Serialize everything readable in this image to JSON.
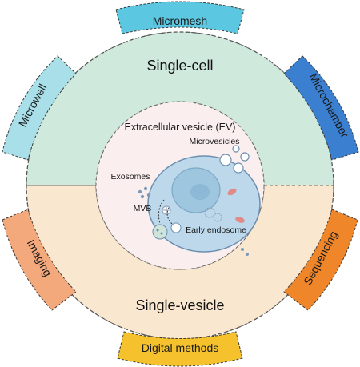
{
  "outer_segments": {
    "micromesh": {
      "label": "Micromesh",
      "color": "#5cc7e0"
    },
    "microchamber": {
      "label": "Microchamber",
      "color": "#3a7fd0"
    },
    "sequencing": {
      "label": "Sequencing",
      "color": "#f0862a"
    },
    "digital_methods": {
      "label": "Digital methods",
      "color": "#f5c22e"
    },
    "imaging": {
      "label": "Imaging",
      "color": "#f4a97c"
    },
    "microwell": {
      "label": "Microwell",
      "color": "#a8dfe8"
    }
  },
  "ring": {
    "top_title": "Single-cell",
    "bottom_title": "Single-vesicle",
    "top_color": "#cfe9dc",
    "bottom_color": "#fae7cf"
  },
  "center": {
    "title": "Extracellular vesicle (EV)",
    "labels": {
      "microvesicles": "Microvesicles",
      "exosomes": "Exosomes",
      "mvb": "MVB",
      "early_endosome": "Early endosome"
    },
    "cell_color": "#bcd8ea",
    "nucleus_color": "#9fc6df"
  }
}
